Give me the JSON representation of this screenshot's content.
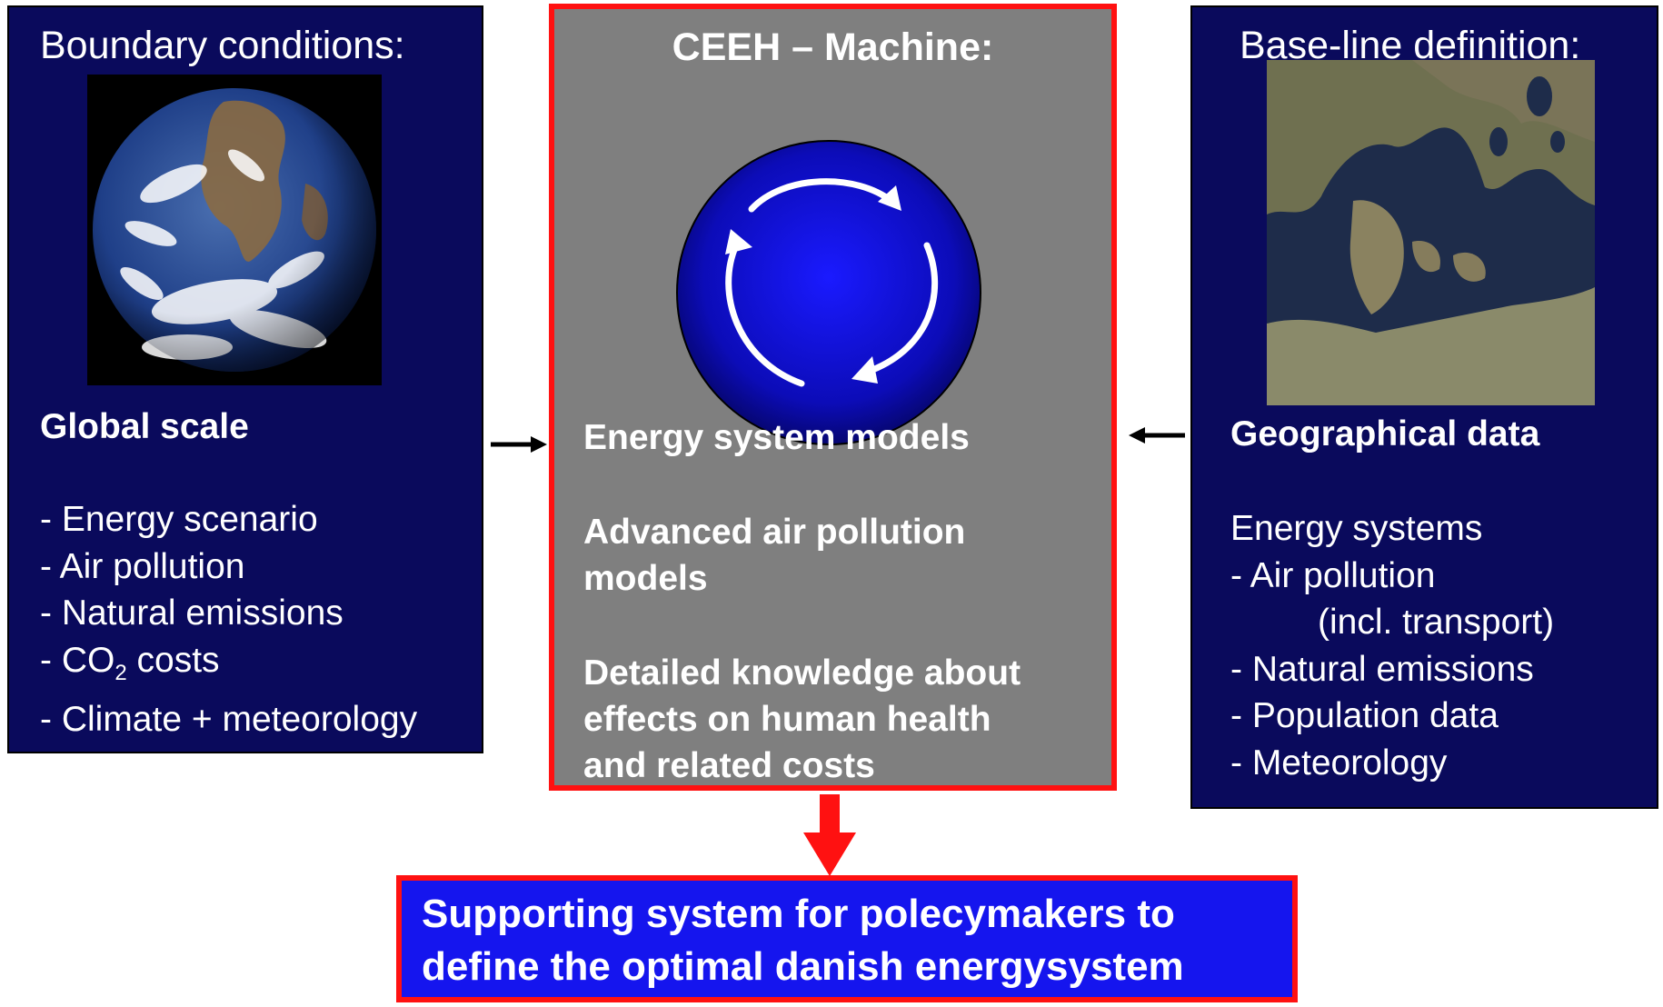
{
  "left_panel": {
    "title": "Boundary conditions:",
    "image": "earth-globe-photo",
    "subtitle": "Global scale",
    "items": [
      "- Energy scenario",
      "- Air pollution",
      "- Natural emissions",
      "- CO",
      "2",
      " costs",
      "- Climate + meteorology"
    ]
  },
  "center_panel": {
    "title": "CEEH – Machine:",
    "icon": "cycle-arrows-icon",
    "items": [
      "Energy system models",
      "Advanced air pollution",
      "models",
      "Detailed knowledge about",
      "effects on human health",
      "and related costs"
    ]
  },
  "right_panel": {
    "title": "Base-line definition:",
    "image": "satellite-map-denmark",
    "subtitle": "Geographical data",
    "items": [
      "Energy systems",
      "- Air pollution",
      "(incl. transport)",
      "- Natural emissions",
      "- Population data",
      "- Meteorology"
    ]
  },
  "output_box": {
    "lines": [
      "Supporting system for polecymakers to",
      "define the optimal danish energysystem"
    ]
  },
  "colors": {
    "panel_bg": "#0a0a5c",
    "center_bg": "#7f7f7f",
    "highlight_border": "#ff1111",
    "output_bg": "#1515ee"
  }
}
